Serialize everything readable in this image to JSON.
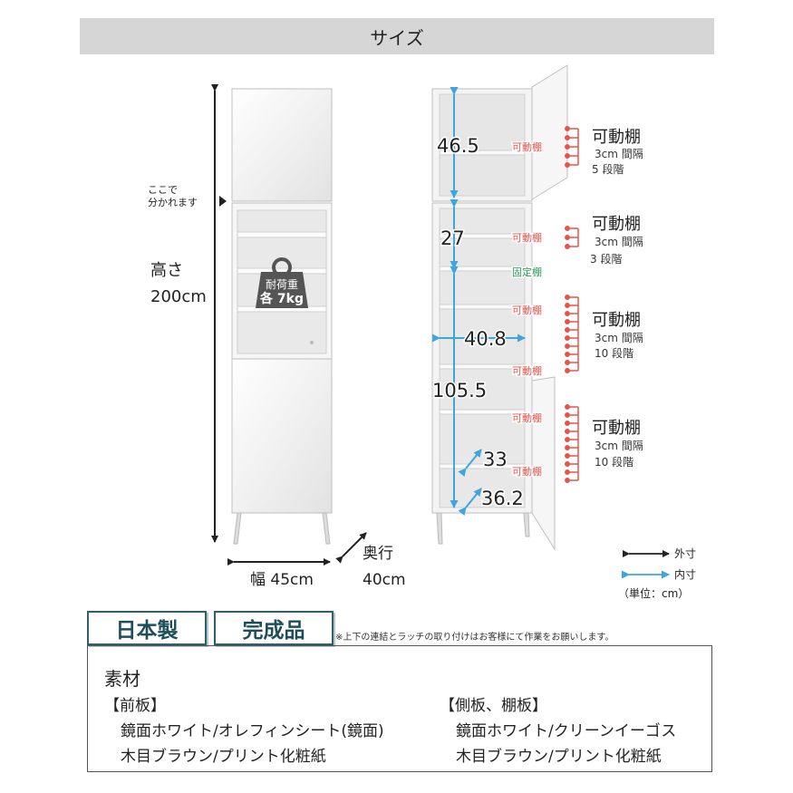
{
  "section_title": "サイズ",
  "left_diagram": {
    "split_note_line1": "ここで",
    "split_note_line2": "分かれます",
    "height_label": "高さ",
    "height_value": "200cm",
    "weight_label_line1": "耐荷重",
    "weight_label_line2": "各 7kg",
    "width_label": "幅 45cm",
    "depth_label": "奥行",
    "depth_value": "40cm"
  },
  "right_diagram": {
    "dims": {
      "upper_height": "46.5",
      "mid_height": "27",
      "inner_width": "40.8",
      "lower_height": "105.5",
      "depth_1": "33",
      "depth_2": "36.2"
    },
    "tags": {
      "movable": "可動棚",
      "fixed": "固定棚"
    },
    "groups": [
      {
        "title": "可動棚",
        "line1": "3cm 間隔",
        "line2": "5 段階"
      },
      {
        "title": "可動棚",
        "line1": "3cm 間隔",
        "line2": "3 段階"
      },
      {
        "title": "可動棚",
        "line1": "3cm 間隔",
        "line2": "10 段階"
      },
      {
        "title": "可動棚",
        "line1": "3cm 間隔",
        "line2": "10 段階"
      }
    ]
  },
  "legend": {
    "outer": "外寸",
    "inner": "内寸",
    "unit": "（単位：cm）"
  },
  "badges": {
    "made_in": "日本製",
    "assembled": "完成品"
  },
  "note": "※上下の連結とラッチの取り付けはお客様にて作業をお願いします。",
  "materials": {
    "title": "素材",
    "front_header": "【前板】",
    "front_items": [
      "鏡面ホワイト/オレフィンシート(鏡面)",
      "木目ブラウン/プリント化粧紙"
    ],
    "side_header": "【側板、棚板】",
    "side_items": [
      "鏡面ホワイト/クリーンイーゴス",
      "木目ブラウン/プリント化粧紙"
    ]
  },
  "colors": {
    "red_accent": "#e8524a",
    "green_accent": "#2a9d58",
    "blue_arrow": "#3ea6dd",
    "badge_border": "#2e5f6b"
  }
}
